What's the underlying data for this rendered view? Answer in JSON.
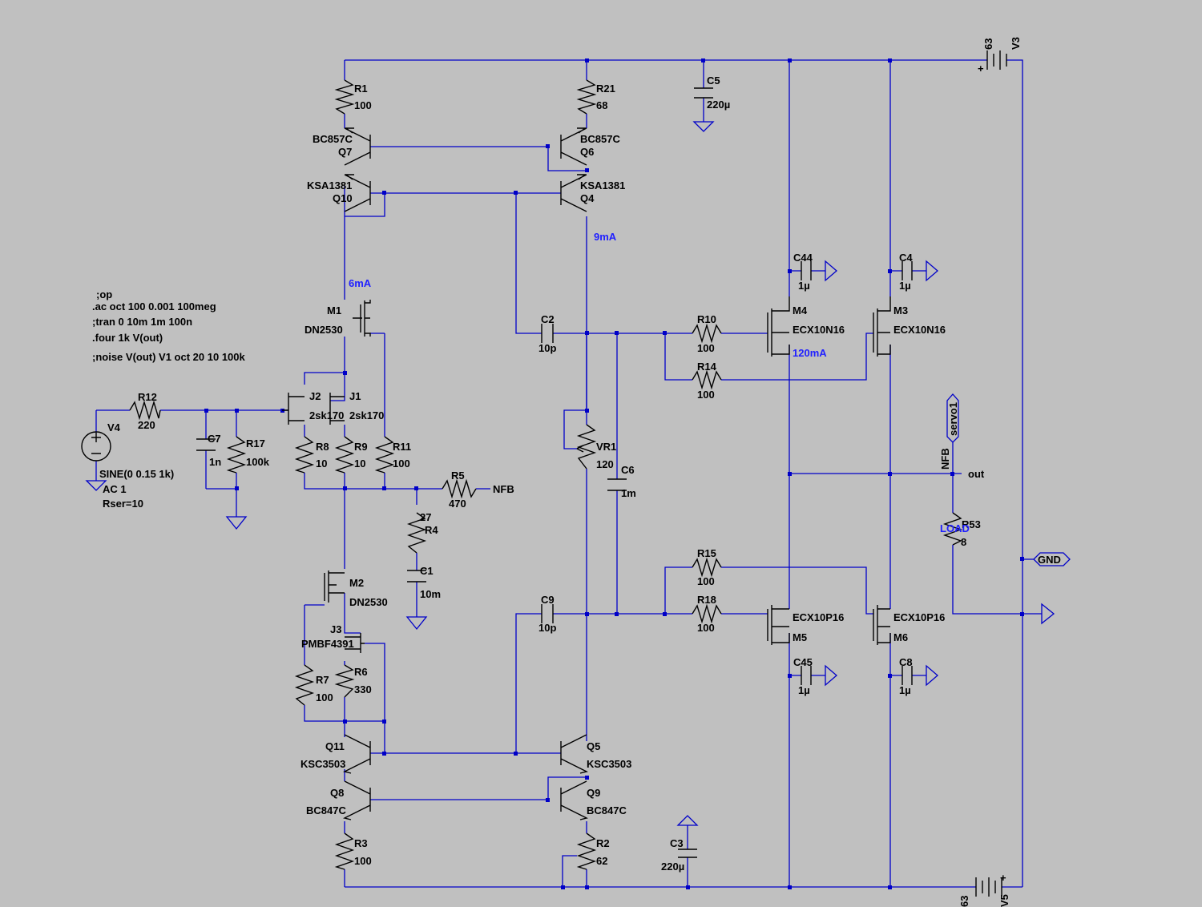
{
  "directives": [
    ";op",
    ".ac oct 100 0.001 100meg",
    ";tran 0 10m 1m 100n",
    ".four 1k  V(out)",
    ";noise V(out) V1 oct 20 10 100k"
  ],
  "source_v4": {
    "name": "V4",
    "spec": "SINE(0 0.15 1k)",
    "ac": "AC 1",
    "rser": "Rser=10"
  },
  "supply_top": {
    "name": "V3",
    "value": "63"
  },
  "supply_bottom": {
    "name": "V5",
    "value": "63"
  },
  "resistors": {
    "R1": "100",
    "R21": "68",
    "R12": "220",
    "R17": "100k",
    "R8": "10",
    "R9": "10",
    "R11": "100",
    "R5": "470",
    "R4": "27",
    "VR1": "120",
    "R10": "100",
    "R14": "100",
    "R15": "100",
    "R18": "100",
    "R53": "8",
    "R7": "100",
    "R6": "330",
    "R3": "100",
    "R2": "62"
  },
  "capacitors": {
    "C5": "220µ",
    "C7": "1n",
    "C2": "10p",
    "C6": "1m",
    "C1": "10m",
    "C9": "10p",
    "C44": "1µ",
    "C4": "1µ",
    "C45": "1µ",
    "C8": "1µ",
    "C3": "220µ"
  },
  "transistors": {
    "Q7": "BC857C",
    "Q6": "BC857C",
    "Q10": "KSA1381",
    "Q4": "KSA1381",
    "Q11": "KSC3503",
    "Q5": "KSC3503",
    "Q8": "BC847C",
    "Q9": "BC847C",
    "M1": "DN2530",
    "M2": "DN2530",
    "J2": "2sk170",
    "J1": "2sk170",
    "J3": "PMBF4391",
    "M4": "ECX10N16",
    "M3": "ECX10N16",
    "M5": "ECX10P16",
    "M6": "ECX10P16"
  },
  "currents": {
    "q4": "9mA",
    "m1": "6mA",
    "m4": "120mA"
  },
  "nets": {
    "nfb": "NFB",
    "servo": "servo1",
    "out": "out",
    "gnd": "GND",
    "load": "LOAD"
  }
}
